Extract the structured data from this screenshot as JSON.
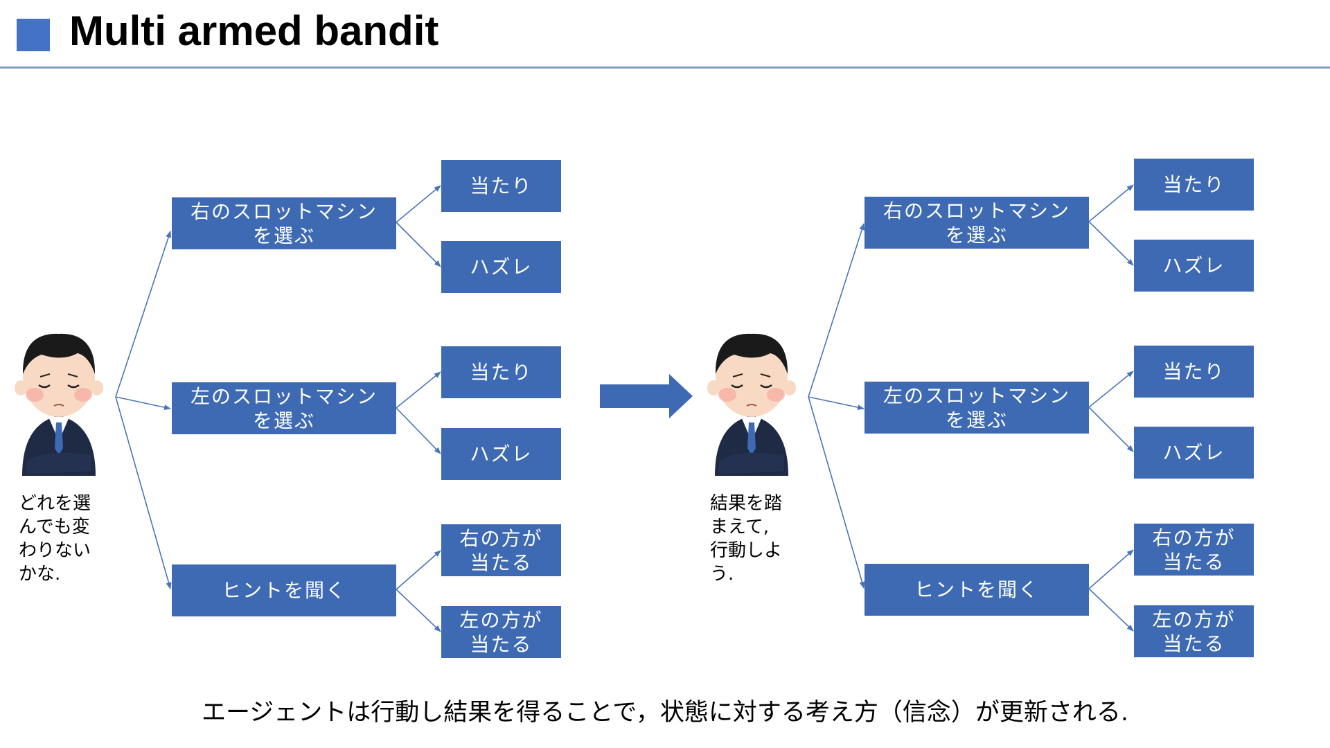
{
  "title": "Multi armed bandit",
  "left_tree": {
    "caption": [
      "どれを選",
      "んでも変",
      "わりない",
      "かな."
    ],
    "actions": [
      {
        "label": [
          "右のスロットマシン",
          "を選ぶ"
        ],
        "outcomes": [
          [
            "当たり"
          ],
          [
            "ハズレ"
          ]
        ]
      },
      {
        "label": [
          "左のスロットマシン",
          "を選ぶ"
        ],
        "outcomes": [
          [
            "当たり"
          ],
          [
            "ハズレ"
          ]
        ]
      },
      {
        "label": [
          "ヒントを聞く"
        ],
        "outcomes": [
          [
            "右の方が",
            "当たる"
          ],
          [
            "左の方が",
            "当たる"
          ]
        ]
      }
    ]
  },
  "right_tree": {
    "caption": [
      "結果を踏",
      "まえて,",
      "行動しよ",
      "う."
    ],
    "actions": [
      {
        "label": [
          "右のスロットマシン",
          "を選ぶ"
        ],
        "outcomes": [
          [
            "当たり"
          ],
          [
            "ハズレ"
          ]
        ]
      },
      {
        "label": [
          "左のスロットマシン",
          "を選ぶ"
        ],
        "outcomes": [
          [
            "当たり"
          ],
          [
            "ハズレ"
          ]
        ]
      },
      {
        "label": [
          "ヒントを聞く"
        ],
        "outcomes": [
          [
            "右の方が",
            "当たる"
          ],
          [
            "左の方が",
            "当たる"
          ]
        ]
      }
    ]
  },
  "footer": "エージェントは行動し結果を得ることで，状態に対する考え方（信念）が更新される.",
  "colors": {
    "box": "#3e6ab4",
    "accent": "#4472c4",
    "rule": "#7f9cc9",
    "line": "#4a74b8"
  }
}
